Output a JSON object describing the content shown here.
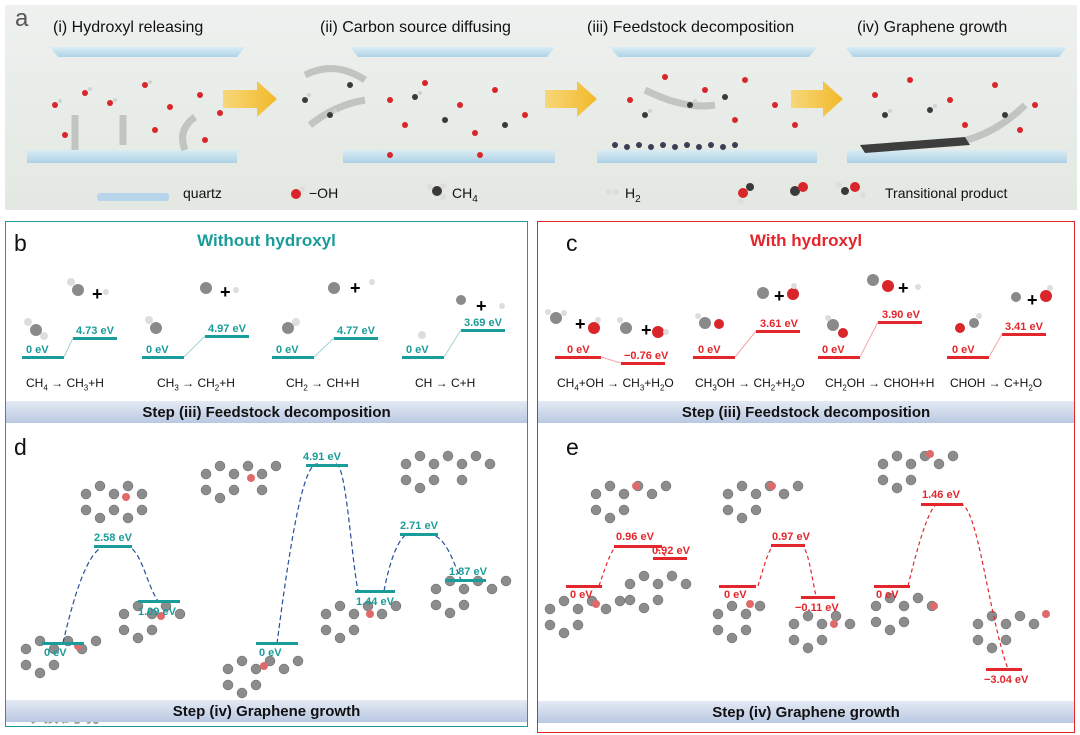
{
  "top": {
    "panel_letter": "a",
    "stages": [
      "(i) Hydroxyl releasing",
      "(ii) Carbon source diffusing",
      "(iii) Feedstock decomposition",
      "(iv) Graphene growth"
    ],
    "legend": {
      "quartz": "quartz",
      "oh": "−OH",
      "ch4": "CH",
      "ch4_sub": "4",
      "h2": "H",
      "h2_sub": "2",
      "transitional": "Transitional product"
    }
  },
  "panel_b": {
    "letter": "b",
    "title": "Without hydroxyl",
    "banner": "Step (iii) Feedstock decomposition",
    "reactions": [
      {
        "r": "CH",
        "rs": "4",
        "a": " → CH",
        "as": "3",
        "b": "+H",
        "start": "0 eV",
        "end": "4.73 eV"
      },
      {
        "r": "CH",
        "rs": "3",
        "a": " → CH",
        "as": "2",
        "b": "+H",
        "start": "0 eV",
        "end": "4.97 eV"
      },
      {
        "r": "CH",
        "rs": "2",
        "a": " → CH+H",
        "as": "",
        "b": "",
        "start": "0 eV",
        "end": "4.77 eV"
      },
      {
        "r": "CH → C+H",
        "rs": "",
        "a": "",
        "as": "",
        "b": "",
        "start": "0 eV",
        "end": "3.69 eV"
      }
    ]
  },
  "panel_c": {
    "letter": "c",
    "title": "With hydroxyl",
    "banner": "Step (iii) Feedstock decomposition",
    "reactions": [
      {
        "parts": [
          [
            "CH",
            ""
          ],
          [
            "4",
            "sub"
          ],
          [
            "+OH → CH",
            ""
          ],
          [
            "3",
            "sub"
          ],
          [
            "+H",
            ""
          ],
          [
            "2",
            "sub"
          ],
          [
            "O",
            ""
          ]
        ],
        "start": "0 eV",
        "end": "−0.76 eV"
      },
      {
        "parts": [
          [
            "CH",
            ""
          ],
          [
            "3",
            "sub"
          ],
          [
            "OH → CH",
            ""
          ],
          [
            "2",
            "sub"
          ],
          [
            "+H",
            ""
          ],
          [
            "2",
            "sub"
          ],
          [
            "O",
            ""
          ]
        ],
        "start": "0 eV",
        "end": "3.61 eV"
      },
      {
        "parts": [
          [
            "CH",
            ""
          ],
          [
            "2",
            "sub"
          ],
          [
            "OH → CHOH+H",
            ""
          ]
        ],
        "start": "0 eV",
        "end": "3.90 eV"
      },
      {
        "parts": [
          [
            "CHOH → C+H",
            ""
          ],
          [
            "2",
            "sub"
          ],
          [
            "O",
            ""
          ]
        ],
        "start": "0 eV",
        "end": "3.41 eV"
      }
    ]
  },
  "panel_d": {
    "letter": "d",
    "banner": "Step (iv) Graphene growth",
    "levels": [
      "0 eV",
      "2.58 eV",
      "1.09 eV",
      "0 eV",
      "4.91 eV",
      "1.44 eV",
      "2.71 eV",
      "1.87 eV"
    ]
  },
  "panel_e": {
    "letter": "e",
    "banner": "Step (iv) Graphene growth",
    "levels": [
      "0 eV",
      "0.96 eV",
      "0.92 eV",
      "0 eV",
      "0.97 eV",
      "−0.11 eV",
      "0 eV",
      "1.46 eV",
      "−3.04 eV"
    ]
  },
  "watermark": "大数跨境",
  "colors": {
    "teal": "#1a9c9a",
    "red": "#e3262b",
    "dashblue": "#2a4f9a",
    "dashred": "#e3262b"
  }
}
